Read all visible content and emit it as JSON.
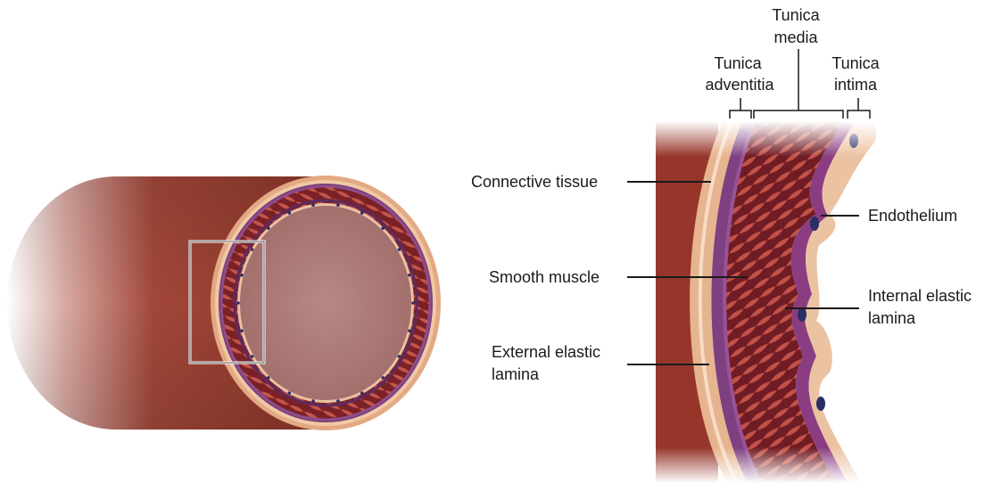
{
  "labels": {
    "tunica_media_l1": "Tunica",
    "tunica_media_l2": "media",
    "tunica_adventitia_l1": "Tunica",
    "tunica_adventitia_l2": "adventitia",
    "tunica_intima_l1": "Tunica",
    "tunica_intima_l2": "intima",
    "connective_tissue": "Connective tissue",
    "smooth_muscle": "Smooth muscle",
    "external_elastic_l1": "External elastic",
    "external_elastic_l2": "lamina",
    "endothelium": "Endothelium",
    "internal_elastic_l1": "Internal elastic",
    "internal_elastic_l2": "lamina"
  },
  "colors": {
    "vessel_dark": "#8f3a2e",
    "vessel_mid": "#b25445",
    "lumen": "#b07a77",
    "muscle_dark": "#6e1a22",
    "muscle_light": "#c8574a",
    "elastic_purple": "#8a4a86",
    "adventitia_tan": "#e7b792",
    "endothelium_pink": "#ebc2a2",
    "nucleus": "#2a2f66"
  }
}
